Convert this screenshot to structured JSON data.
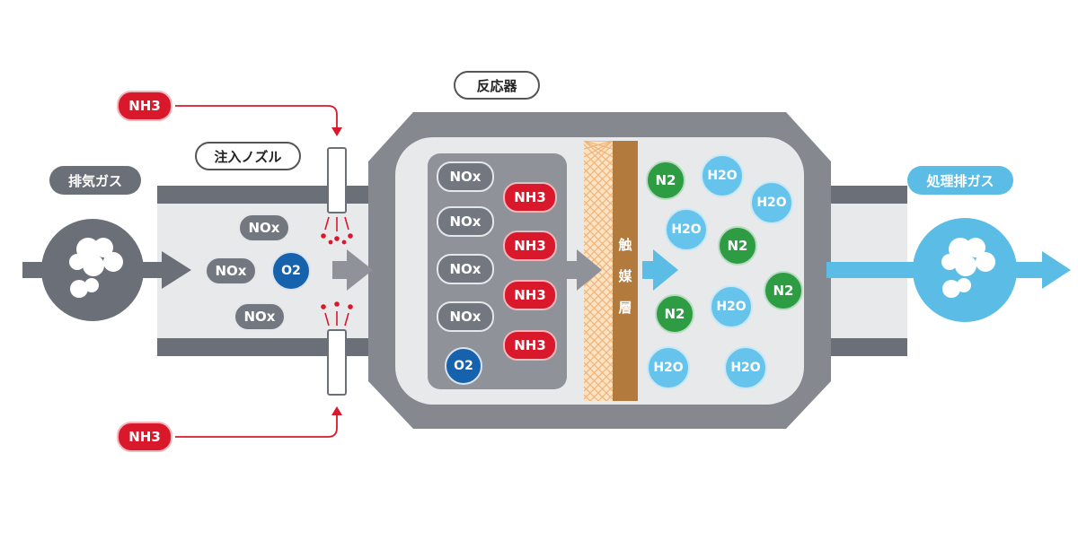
{
  "labels": {
    "exhaust_gas": "排気ガス",
    "treated_gas": "処理排ガス",
    "reactor": "反応器",
    "nozzle": "注入ノズル",
    "catalyst_chars": [
      "触",
      "媒",
      "層"
    ]
  },
  "molecules": {
    "nox": "NOx",
    "nh3": "NH3",
    "o2": "O2",
    "n2": "N2",
    "h2o": "H2O"
  },
  "colors": {
    "pipe_gray": "#6b6f78",
    "pipe_inner": "#e8e9eb",
    "reactor_shell": "#85888e",
    "catalyst_brown": "#b37a3e",
    "catalyst_mesh": "#f2c58f",
    "ammonia_red": "#d9182b",
    "oxygen_blue": "#1762ad",
    "nitrogen_green": "#2e9c43",
    "water_blue": "#66c3ec",
    "clean_blue": "#5bbde6"
  },
  "icons": [
    "smoke-icon-dirty",
    "smoke-icon-clean",
    "arrow-right-icon",
    "spray-icon"
  ]
}
